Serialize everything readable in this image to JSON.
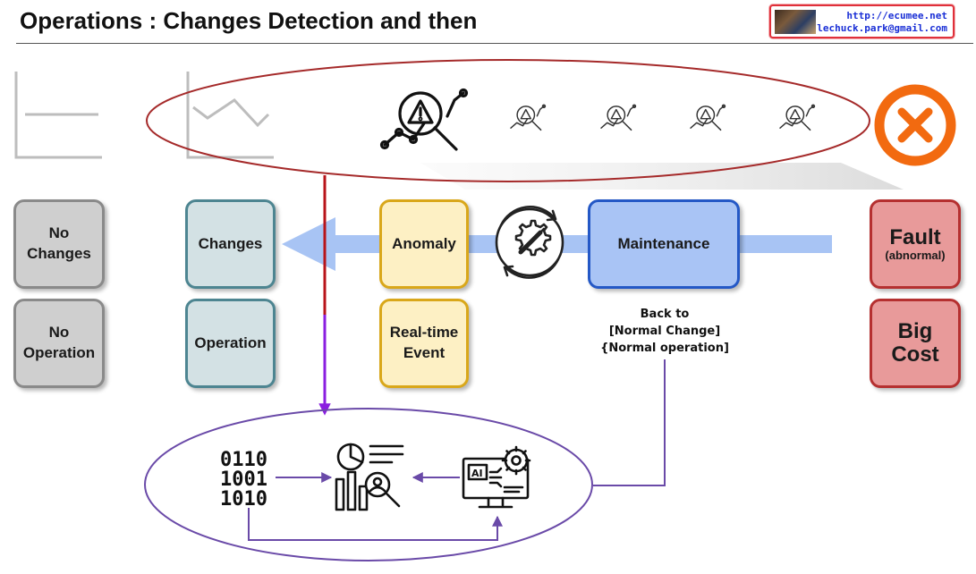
{
  "header": {
    "title": "Operations : Changes Detection and then",
    "credit_url": "http://ecumee.net",
    "credit_email": "lechuck.park@gmail.com"
  },
  "states": {
    "no_changes": {
      "line1": "No",
      "line2": "Changes"
    },
    "no_operation": {
      "line1": "No",
      "line2": "Operation"
    },
    "changes": "Changes",
    "operation": "Operation",
    "anomaly": "Anomaly",
    "realtime": {
      "line1": "Real-time",
      "line2": "Event"
    },
    "maintenance": "Maintenance",
    "fault": {
      "line1": "Fault",
      "line2": "(abnormal)"
    },
    "big_cost": {
      "line1": "Big",
      "line2": "Cost"
    }
  },
  "back_to": {
    "line1": "Back to",
    "line2": "[Normal Change]",
    "line3": "{Normal operation]"
  },
  "cycle": {
    "binary": [
      "0110",
      "1001",
      "1010"
    ]
  },
  "icons": {
    "flat_chart": "flat-line-chart-icon",
    "wave_chart": "zigzag-line-chart-icon",
    "detect": "anomaly-detection-magnifier-icon",
    "maintenance": "gear-wrench-cycle-icon",
    "fault": "x-circle-icon",
    "analytics": "data-analytics-icon",
    "ai": "ai-computer-gear-icon"
  },
  "colors": {
    "ellipse_top": "#a52a2a",
    "ellipse_bottom": "#6a4aa8",
    "red_arrow": "#b8141a",
    "purple_arrow": "#8a1ee0",
    "flow_arrow": "#a8c4f4",
    "fault_orange": "#f26a10"
  }
}
